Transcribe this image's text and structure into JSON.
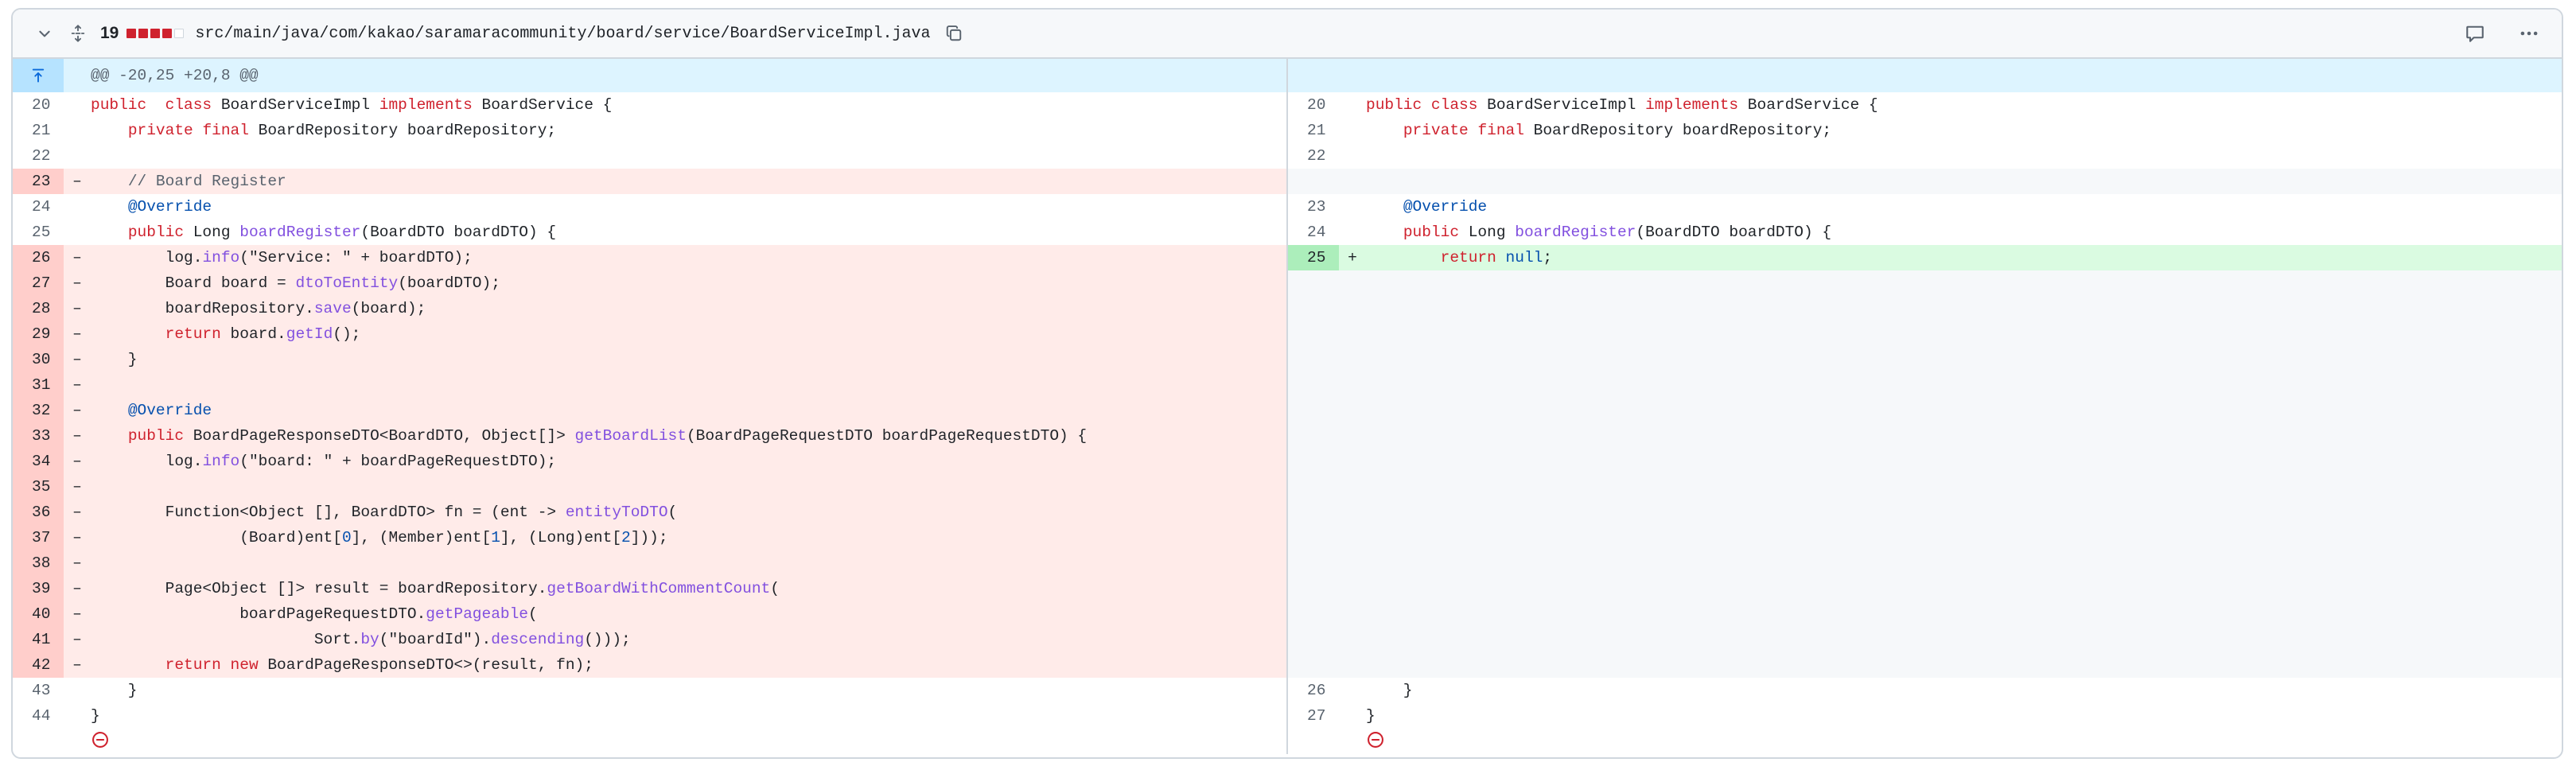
{
  "file": {
    "changes_count": "19",
    "path": "src/main/java/com/kakao/saramaracommunity/board/service/BoardServiceImpl.java",
    "diffstat": [
      "deleted",
      "deleted",
      "deleted",
      "deleted",
      "neutral"
    ],
    "icons": {
      "collapse": "chevron-down-icon",
      "expand_all": "unfold-icon",
      "copy": "copy-icon",
      "comment": "comment-icon",
      "more": "kebab-horizontal-icon",
      "expand_up": "fold-up-icon",
      "no_newline": "no-entry-icon"
    }
  },
  "hunk_header": "@@ -20,25 +20,8 @@",
  "colors": {
    "deleted_line": "#ffebe9",
    "deleted_gutter": "#ffcecb",
    "added_line": "#dafbe1",
    "added_gutter": "#aceebb",
    "hunk_bg": "#ddf4ff",
    "keyword": "#cf222e",
    "function": "#8250df",
    "annotation": "#0550ae"
  },
  "left_rows": [
    {
      "ln": "20",
      "type": "ctx",
      "mark": "",
      "tokens": [
        [
          "kw",
          "public"
        ],
        [
          "",
          "  "
        ],
        [
          "kw",
          "class"
        ],
        [
          "",
          " BoardServiceImpl "
        ],
        [
          "kw",
          "implements"
        ],
        [
          "",
          " BoardService {"
        ]
      ]
    },
    {
      "ln": "21",
      "type": "ctx",
      "mark": "",
      "tokens": [
        [
          "",
          "    "
        ],
        [
          "kw",
          "private"
        ],
        [
          "",
          " "
        ],
        [
          "kw",
          "final"
        ],
        [
          "",
          " BoardRepository boardRepository;"
        ]
      ]
    },
    {
      "ln": "22",
      "type": "ctx",
      "mark": "",
      "tokens": []
    },
    {
      "ln": "23",
      "type": "del",
      "mark": "–",
      "tokens": [
        [
          "",
          "    "
        ],
        [
          "cm",
          "// Board Register"
        ]
      ]
    },
    {
      "ln": "24",
      "type": "ctx",
      "mark": "",
      "tokens": [
        [
          "",
          "    "
        ],
        [
          "an",
          "@Override"
        ]
      ]
    },
    {
      "ln": "25",
      "type": "ctx",
      "mark": "",
      "tokens": [
        [
          "",
          "    "
        ],
        [
          "kw",
          "public"
        ],
        [
          "",
          " Long "
        ],
        [
          "fn",
          "boardRegister"
        ],
        [
          "",
          "(BoardDTO boardDTO) {"
        ]
      ]
    },
    {
      "ln": "26",
      "type": "del",
      "mark": "–",
      "tokens": [
        [
          "",
          "        log."
        ],
        [
          "fn",
          "info"
        ],
        [
          "",
          "(\"Service: \" + boardDTO);"
        ]
      ]
    },
    {
      "ln": "27",
      "type": "del",
      "mark": "–",
      "tokens": [
        [
          "",
          "        Board board = "
        ],
        [
          "fn",
          "dtoToEntity"
        ],
        [
          "",
          "(boardDTO);"
        ]
      ]
    },
    {
      "ln": "28",
      "type": "del",
      "mark": "–",
      "tokens": [
        [
          "",
          "        boardRepository."
        ],
        [
          "fn",
          "save"
        ],
        [
          "",
          "(board);"
        ]
      ]
    },
    {
      "ln": "29",
      "type": "del",
      "mark": "–",
      "tokens": [
        [
          "",
          "        "
        ],
        [
          "kw",
          "return"
        ],
        [
          "",
          " board."
        ],
        [
          "fn",
          "getId"
        ],
        [
          "",
          "();"
        ]
      ]
    },
    {
      "ln": "30",
      "type": "del",
      "mark": "–",
      "tokens": [
        [
          "",
          "    }"
        ]
      ]
    },
    {
      "ln": "31",
      "type": "del",
      "mark": "–",
      "tokens": []
    },
    {
      "ln": "32",
      "type": "del",
      "mark": "–",
      "tokens": [
        [
          "",
          "    "
        ],
        [
          "an",
          "@Override"
        ]
      ]
    },
    {
      "ln": "33",
      "type": "del",
      "mark": "–",
      "tokens": [
        [
          "",
          "    "
        ],
        [
          "kw",
          "public"
        ],
        [
          "",
          " BoardPageResponseDTO<BoardDTO, Object[]> "
        ],
        [
          "fn",
          "getBoardList"
        ],
        [
          "",
          "(BoardPageRequestDTO boardPageRequestDTO) {"
        ]
      ]
    },
    {
      "ln": "34",
      "type": "del",
      "mark": "–",
      "tokens": [
        [
          "",
          "        log."
        ],
        [
          "fn",
          "info"
        ],
        [
          "",
          "(\"board: \" + boardPageRequestDTO);"
        ]
      ]
    },
    {
      "ln": "35",
      "type": "del",
      "mark": "–",
      "tokens": []
    },
    {
      "ln": "36",
      "type": "del",
      "mark": "–",
      "tokens": [
        [
          "",
          "        Function<Object [], BoardDTO> fn = (ent -> "
        ],
        [
          "fn",
          "entityToDTO"
        ],
        [
          "",
          "("
        ]
      ]
    },
    {
      "ln": "37",
      "type": "del",
      "mark": "–",
      "tokens": [
        [
          "",
          "                (Board)ent["
        ],
        [
          "nu",
          "0"
        ],
        [
          "",
          "], (Member)ent["
        ],
        [
          "nu",
          "1"
        ],
        [
          "",
          "], (Long)ent["
        ],
        [
          "nu",
          "2"
        ],
        [
          "",
          "]));"
        ]
      ]
    },
    {
      "ln": "38",
      "type": "del",
      "mark": "–",
      "tokens": []
    },
    {
      "ln": "39",
      "type": "del",
      "mark": "–",
      "tokens": [
        [
          "",
          "        Page<Object []> result = boardRepository."
        ],
        [
          "fn",
          "getBoardWithCommentCount"
        ],
        [
          "",
          "("
        ]
      ]
    },
    {
      "ln": "40",
      "type": "del",
      "mark": "–",
      "tokens": [
        [
          "",
          "                boardPageRequestDTO."
        ],
        [
          "fn",
          "getPageable"
        ],
        [
          "",
          "("
        ]
      ]
    },
    {
      "ln": "41",
      "type": "del",
      "mark": "–",
      "tokens": [
        [
          "",
          "                        Sort."
        ],
        [
          "fn",
          "by"
        ],
        [
          "",
          "(\"boardId\")."
        ],
        [
          "fn",
          "descending"
        ],
        [
          "",
          "()));"
        ]
      ]
    },
    {
      "ln": "42",
      "type": "del",
      "mark": "–",
      "tokens": [
        [
          "",
          "        "
        ],
        [
          "kw",
          "return"
        ],
        [
          "",
          " "
        ],
        [
          "kw",
          "new"
        ],
        [
          "",
          " BoardPageResponseDTO<>(result, fn);"
        ]
      ]
    },
    {
      "ln": "43",
      "type": "ctx",
      "mark": "",
      "tokens": [
        [
          "",
          "    }"
        ]
      ]
    },
    {
      "ln": "44",
      "type": "ctx",
      "mark": "",
      "tokens": [
        [
          "",
          "}"
        ]
      ]
    },
    {
      "ln": "",
      "type": "end",
      "mark": "",
      "tokens": [],
      "no_newline": true
    }
  ],
  "right_rows": [
    {
      "ln": "20",
      "type": "ctx",
      "mark": "",
      "tokens": [
        [
          "kw",
          "public"
        ],
        [
          "",
          " "
        ],
        [
          "kw",
          "class"
        ],
        [
          "",
          " BoardServiceImpl "
        ],
        [
          "kw",
          "implements"
        ],
        [
          "",
          " BoardService {"
        ]
      ]
    },
    {
      "ln": "21",
      "type": "ctx",
      "mark": "",
      "tokens": [
        [
          "",
          "    "
        ],
        [
          "kw",
          "private"
        ],
        [
          "",
          " "
        ],
        [
          "kw",
          "final"
        ],
        [
          "",
          " BoardRepository boardRepository;"
        ]
      ]
    },
    {
      "ln": "22",
      "type": "ctx",
      "mark": "",
      "tokens": []
    },
    {
      "ln": "",
      "type": "empty",
      "mark": "",
      "tokens": []
    },
    {
      "ln": "23",
      "type": "ctx",
      "mark": "",
      "tokens": [
        [
          "",
          "    "
        ],
        [
          "an",
          "@Override"
        ]
      ]
    },
    {
      "ln": "24",
      "type": "ctx",
      "mark": "",
      "tokens": [
        [
          "",
          "    "
        ],
        [
          "kw",
          "public"
        ],
        [
          "",
          " Long "
        ],
        [
          "fn",
          "boardRegister"
        ],
        [
          "",
          "(BoardDTO boardDTO) {"
        ]
      ]
    },
    {
      "ln": "25",
      "type": "add",
      "mark": "+",
      "tokens": [
        [
          "",
          "        "
        ],
        [
          "kw",
          "return"
        ],
        [
          "",
          " "
        ],
        [
          "an",
          "null"
        ],
        [
          "",
          ";"
        ]
      ]
    },
    {
      "ln": "",
      "type": "empty",
      "mark": "",
      "tokens": []
    },
    {
      "ln": "",
      "type": "empty",
      "mark": "",
      "tokens": []
    },
    {
      "ln": "",
      "type": "empty",
      "mark": "",
      "tokens": []
    },
    {
      "ln": "",
      "type": "empty",
      "mark": "",
      "tokens": []
    },
    {
      "ln": "",
      "type": "empty",
      "mark": "",
      "tokens": []
    },
    {
      "ln": "",
      "type": "empty",
      "mark": "",
      "tokens": []
    },
    {
      "ln": "",
      "type": "empty",
      "mark": "",
      "tokens": []
    },
    {
      "ln": "",
      "type": "empty",
      "mark": "",
      "tokens": []
    },
    {
      "ln": "",
      "type": "empty",
      "mark": "",
      "tokens": []
    },
    {
      "ln": "",
      "type": "empty",
      "mark": "",
      "tokens": []
    },
    {
      "ln": "",
      "type": "empty",
      "mark": "",
      "tokens": []
    },
    {
      "ln": "",
      "type": "empty",
      "mark": "",
      "tokens": []
    },
    {
      "ln": "",
      "type": "empty",
      "mark": "",
      "tokens": []
    },
    {
      "ln": "",
      "type": "empty",
      "mark": "",
      "tokens": []
    },
    {
      "ln": "",
      "type": "empty",
      "mark": "",
      "tokens": []
    },
    {
      "ln": "",
      "type": "empty",
      "mark": "",
      "tokens": []
    },
    {
      "ln": "26",
      "type": "ctx",
      "mark": "",
      "tokens": [
        [
          "",
          "    }"
        ]
      ]
    },
    {
      "ln": "27",
      "type": "ctx",
      "mark": "",
      "tokens": [
        [
          "",
          "}"
        ]
      ]
    },
    {
      "ln": "",
      "type": "end",
      "mark": "",
      "tokens": [],
      "no_newline": true
    }
  ]
}
